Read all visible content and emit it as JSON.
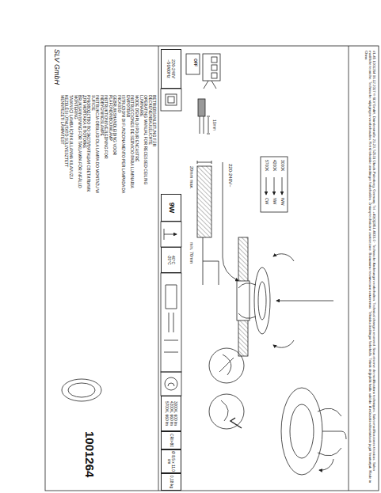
{
  "diagram": {
    "nodes": [
      {
        "text": [
          "220-240V ~50/60Hz"
        ]
      },
      {
        "text": [
          "9W"
        ]
      },
      {
        "text": [
          "40°C",
          "-20°C"
        ]
      },
      {
        "text": [
          "3000K, 600 lm",
          "4200K, 660 lm",
          "5700K, 660 lm"
        ]
      },
      {
        "text": [
          "CRI>80"
        ]
      },
      {
        "text": [
          "Ø 8,5 x 11,0 cm"
        ]
      },
      {
        "text": [
          "0,18 kg"
        ]
      }
    ],
    "labels": [
      "SLV GmbH",
      "BETRIEBSANLEITUNG FÜR DECKENEINBAULEUCHTE",
      "OPERATING MANUAL FOR RECESSED CEILING LUMINAIRE",
      "MODE D'EMPLOI POUR ENCASTRÉ",
      "INSTRUCCIONES DE SERVICIO PARA LUMINARIA EMPOTRAR",
      "ISTRUZIONI DI FUNZIONAMENTO PER LAMPADA DA INCASSO",
      "GEBRUIKSHANDLEIDING VOOR PLAFONDINBOUWLAMP",
      "INSTRUKTIONSVEJLEDNING FOR INDBYGNINGSLAMPE",
      "INSTRUKCJA OBSŁUGI DLA LAMPA DO MONTAŻU W SUFICIE",
      "РУКОВОДСТВО ПО ЭКСПЛУАТАЦИИ СВЕТИЛЬНИК ДЛЯ МОНТАЖА В ПОТОЛКЕ",
      "BRUKSANVISNING FÖR TAKLAMPA FÖR INFÄLLD MONTERING",
      "TAVAN İÇİ LAMBA İÇİN KULLANMA KILAVUZU",
      "KEZELÉSI ÚTMUTATÓ SÜLLYESZTETT MENNYEZETI LÁMPATEST",
      "1001264",
      "OFF",
      "10mm",
      "220-240V~",
      "20mm max.",
      "3000K",
      "WW",
      "4200K",
      "NW",
      "5700K",
      "CW",
      "min. 70mm",
      "#1-45 1001264 06.12.2017 © SLV GmbH, Daimlerstraße 21-23, 52531 Übach-Palenberg, Germany, Tel. +49(0)2451 4833-0 · Technische Änderungen vorbehalten. Technical changes reserved. Sous réserve de modifications techniques. Salvo modificaciones técnicas. Salvo modifiche tecniche. Technische wijzigingen voorbehouden. Ret til tekniske ændringer forbeholdes. Zmiany techniczne zastrzeżone. Возможны технические изменения. Tekniska ändringar förbehålls. Teknik değişiklik hakkı saklıdır. A műszaki változtatások jogát fenntartjuk. Made in China"
    ]
  }
}
